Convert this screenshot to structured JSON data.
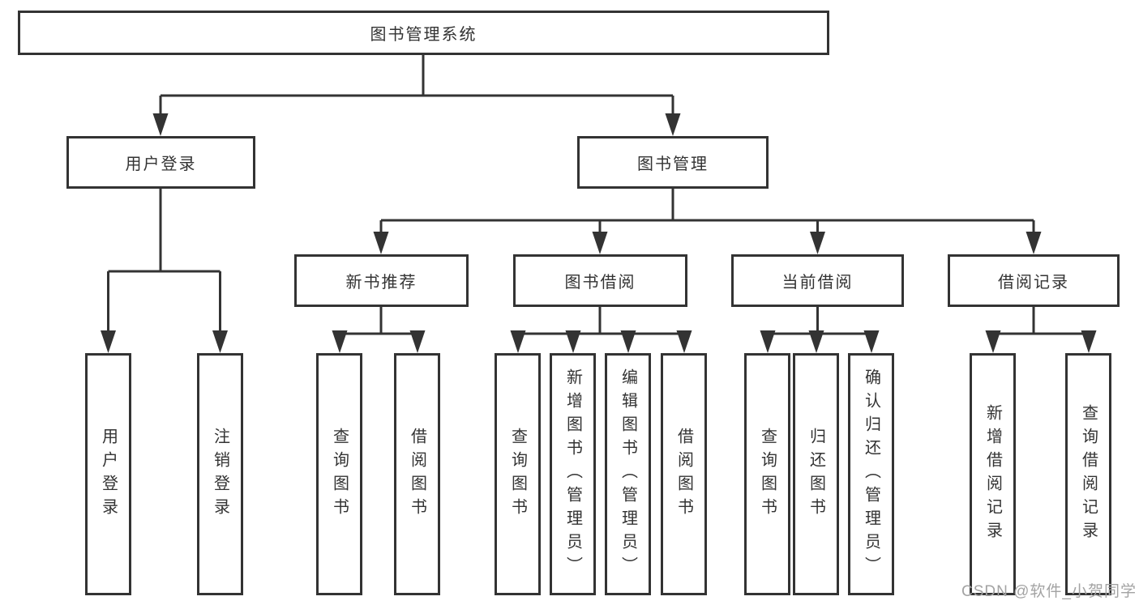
{
  "diagram": {
    "type": "hierarchy-tree",
    "root": {
      "label": "图书管理系统"
    },
    "level2": [
      {
        "label": "用户登录",
        "parent": "图书管理系统"
      },
      {
        "label": "图书管理",
        "parent": "图书管理系统"
      }
    ],
    "level3": [
      {
        "label": "新书推荐",
        "parent": "图书管理"
      },
      {
        "label": "图书借阅",
        "parent": "图书管理"
      },
      {
        "label": "当前借阅",
        "parent": "图书管理"
      },
      {
        "label": "借阅记录",
        "parent": "图书管理"
      }
    ],
    "leaves": [
      {
        "label": "用户登录",
        "parent": "用户登录"
      },
      {
        "label": "注销登录",
        "parent": "用户登录"
      },
      {
        "label": "查询图书",
        "parent": "新书推荐"
      },
      {
        "label": "借阅图书",
        "parent": "新书推荐"
      },
      {
        "label": "查询图书",
        "parent": "图书借阅"
      },
      {
        "label": "新增图书（管理员）",
        "parent": "图书借阅"
      },
      {
        "label": "编辑图书（管理员）",
        "parent": "图书借阅"
      },
      {
        "label": "借阅图书",
        "parent": "图书借阅"
      },
      {
        "label": "查询图书",
        "parent": "当前借阅"
      },
      {
        "label": "归还图书",
        "parent": "当前借阅"
      },
      {
        "label": "确认归还（管理员）",
        "parent": "当前借阅"
      },
      {
        "label": "新增借阅记录",
        "parent": "借阅记录"
      },
      {
        "label": "查询借阅记录",
        "parent": "借阅记录"
      }
    ]
  },
  "watermark": {
    "text": "CSDN @软件_小贺同学"
  },
  "colors": {
    "line": "#333333",
    "box_border": "#333333",
    "box_fill": "#ffffff",
    "text": "#333333",
    "watermark": "#a3a3a3",
    "background": "#ffffff"
  }
}
